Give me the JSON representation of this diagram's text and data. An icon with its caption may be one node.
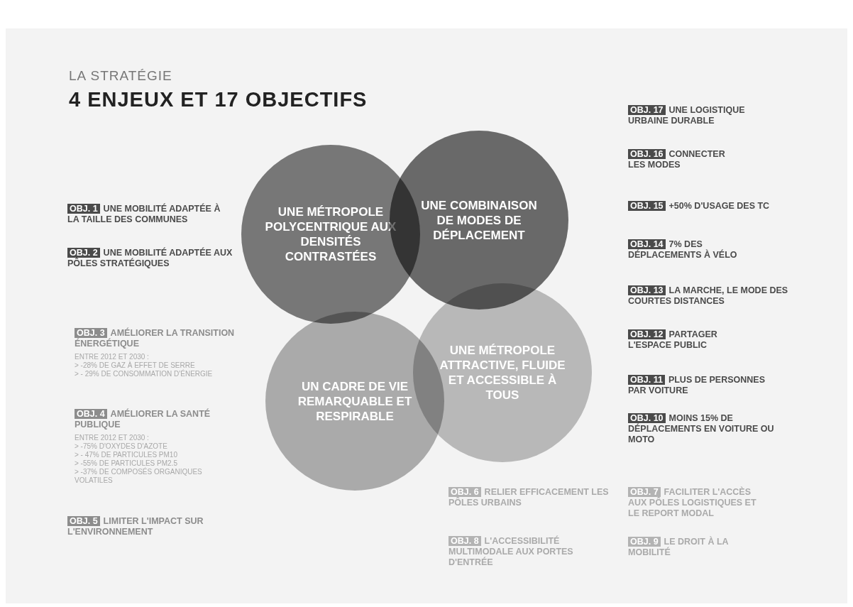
{
  "diagram": {
    "title": "4 ENJEUX ET 17 OBJECTIFS",
    "nodes": [
      {
        "text": [
          "UNE MÉTROPOLE POLYCENTRIQUE AUX DENSITÉS CONTRASTÉES"
        ]
      },
      {
        "text": [
          "UNE COMBINAISON DE MODES DE DÉPLACEMENT"
        ]
      },
      {
        "text": [
          "UN CADRE DE VIE REMARQUABLE ET RESPIRABLE"
        ]
      },
      {
        "text": [
          "UNE MÉTROPOLE ATTRACTIVE, FLUIDE ET ACCESSIBLE À TOUS"
        ]
      },
      {
        "text": [
          "OBJ. 1"
        ],
        "beside": [
          "UNE MOBILITÉ ADAPTÉE À LA TAILLE DES COMMUNES"
        ]
      },
      {
        "text": [
          "OBJ. 2"
        ],
        "beside": [
          "UNE MOBILITÉ ADAPTÉE AUX PÔLES STRATÉGIQUES"
        ]
      },
      {
        "text": [
          "OBJ. 3"
        ],
        "beside": [
          "AMÉLIORER LA TRANSITION ÉNERGÉTIQUE",
          "ENTRE 2012 ET 2030 :",
          "> -28% DE GAZ À EFFET DE SERRE",
          "> - 29% DE CONSOMMATION D'ÉNERGIE"
        ]
      },
      {
        "text": [
          "OBJ. 4"
        ],
        "beside": [
          "AMÉLIORER LA SANTÉ PUBLIQUE",
          "ENTRE 2012 ET 2030 :",
          "> -75% D'OXYDES D'AZOTE",
          "> - 47% DE PARTICULES PM10",
          "> -55% DE PARTICULES PM2.5",
          "> -37% DE COMPOSÉS ORGANIQUES VOLATILES"
        ]
      },
      {
        "text": [
          "OBJ. 5"
        ],
        "beside": [
          "LIMITER L'IMPACT SUR L'ENVIRONNEMENT"
        ]
      },
      {
        "text": [
          "OBJ. 6"
        ],
        "beside": [
          "RELIER EFFICACEMENT LES PÔLES URBAINS"
        ]
      },
      {
        "text": [
          "OBJ. 8"
        ],
        "beside": [
          "L'ACCESSIBILITÉ MULTIMODALE AUX PORTES D'ENTRÉE"
        ]
      },
      {
        "text": [
          "OBJ. 7"
        ],
        "beside": [
          "FACILITER L'ACCÈS AUX PÔLES LOGISTIQUES ET LE REPORT MODAL"
        ]
      },
      {
        "text": [
          "OBJ. 9"
        ],
        "beside": [
          "LE DROIT À LA MOBILITÉ"
        ]
      },
      {
        "text": [
          "OBJ. 17"
        ],
        "beside": [
          "UNE LOGISTIQUE URBAINE DURABLE"
        ]
      },
      {
        "text": [
          "OBJ. 16"
        ],
        "beside": [
          "CONNECTER LES MODES"
        ]
      },
      {
        "text": [
          "OBJ. 15"
        ],
        "beside": [
          "+50% D'USAGE DES TC"
        ]
      },
      {
        "text": [
          "OBJ. 14"
        ],
        "beside": [
          "7% DES DÉPLACEMENTS À VÉLO"
        ]
      },
      {
        "text": [
          "OBJ. 13"
        ],
        "beside": [
          "LA MARCHE, LE MODE DES COURTES DISTANCES"
        ]
      },
      {
        "text": [
          "OBJ. 12"
        ],
        "beside": [
          "PARTAGER L'ESPACE PUBLIC"
        ]
      },
      {
        "text": [
          "OBJ. 11"
        ],
        "beside": [
          "PLUS DE PERSONNES PAR VOITURE"
        ]
      },
      {
        "text": [
          "OBJ. 10"
        ],
        "beside": [
          "MOINS 15% DE DÉPLACEMENTS EN VOITURE OU MOTO"
        ]
      }
    ],
    "labels": [
      "LA STRATÉGIE"
    ]
  }
}
